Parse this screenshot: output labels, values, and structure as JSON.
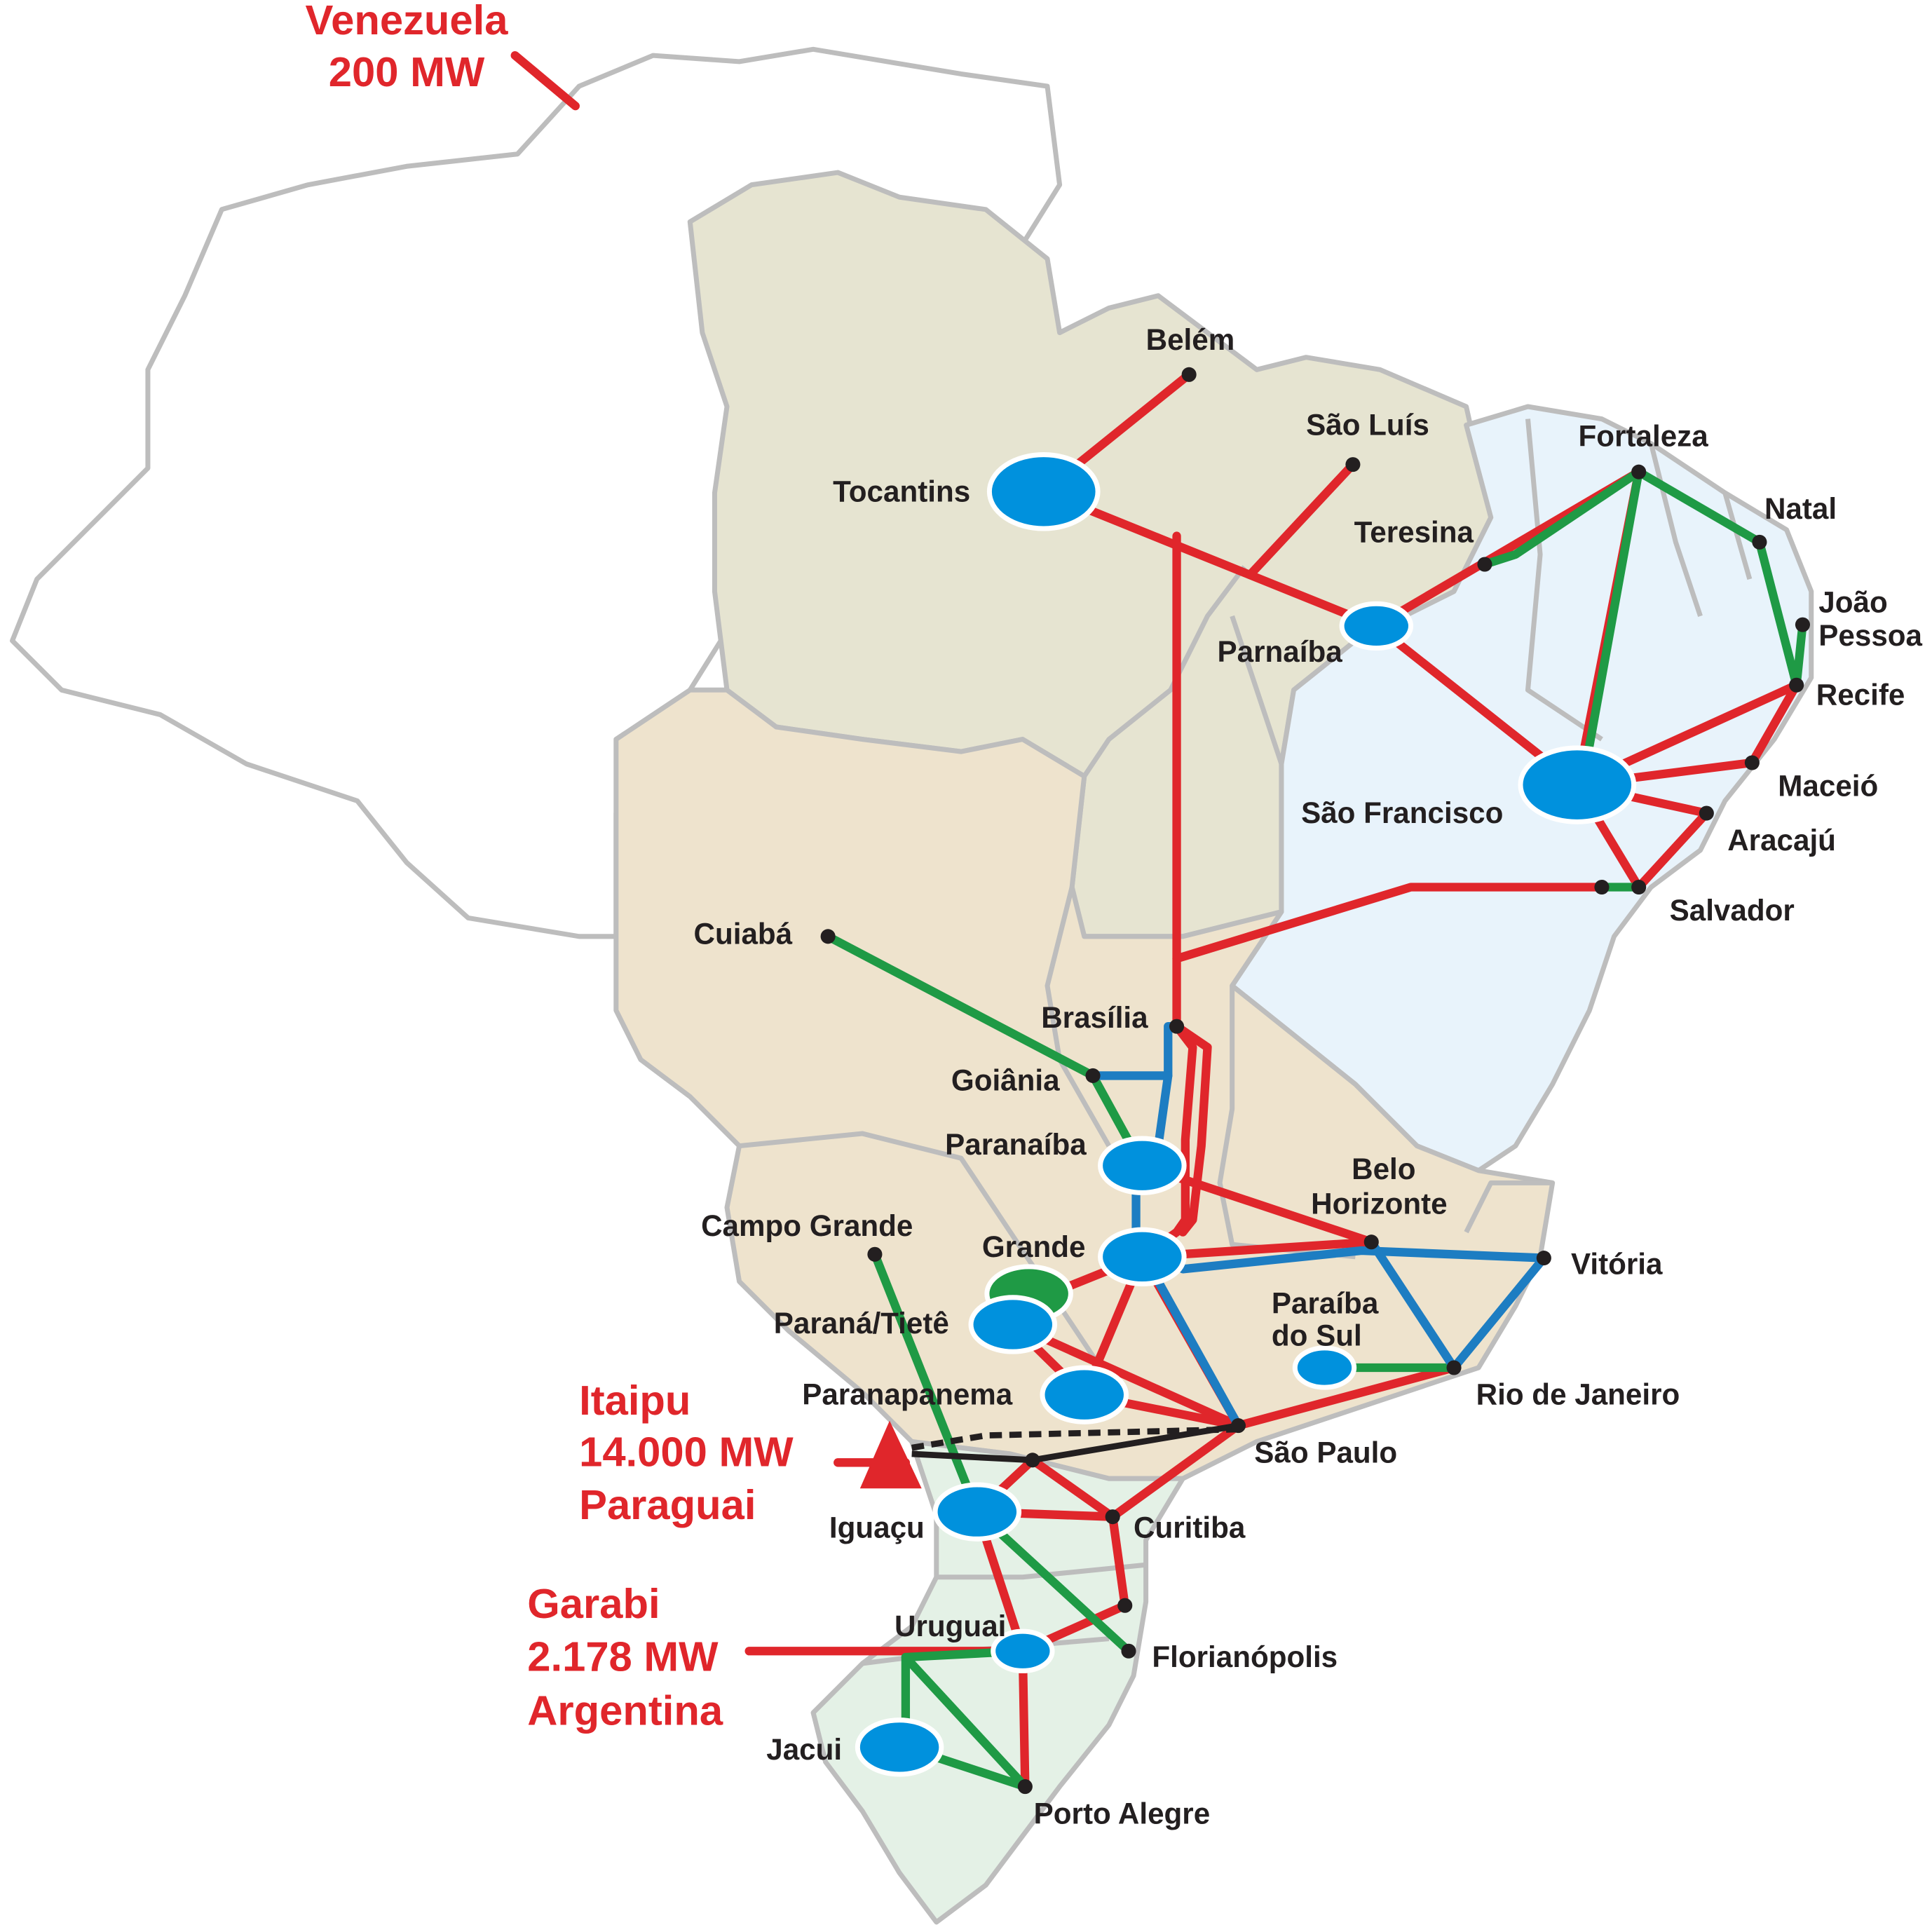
{
  "colors": {
    "line_500kv": "#e0262b",
    "line_345kv": "#1f9a45",
    "line_440kv": "#1d7dc2",
    "hub": "#0091dd",
    "city": "#231f20",
    "north": "#e6e4d1",
    "northeast": "#e8f3fb",
    "centerwest": "#eee3cd",
    "south": "#e4f1e6",
    "outside": "#ffffff"
  },
  "labels": {
    "venezuela": "Venezuela",
    "venezuela_mw": "200 MW",
    "itaipu": "Itaipu",
    "itaipu_mw": "14.000 MW",
    "itaipu_country": "Paraguai",
    "garabi": "Garabi",
    "garabi_mw": "2.178 MW",
    "garabi_country": "Argentina"
  },
  "hubs": {
    "tocantins": "Tocantins",
    "parnaiba": "Parnaíba",
    "sao_francisco": "São Francisco",
    "paranaiba": "Paranaíba",
    "grande": "Grande",
    "parana_tiete": "Paraná/Tietê",
    "paranapanema": "Paranapanema",
    "iguacu": "Iguaçu",
    "uruguai": "Uruguai",
    "jacui": "Jacui",
    "paraiba_do_sul_1": "Paraíba",
    "paraiba_do_sul_2": "do Sul"
  },
  "cities": {
    "belem": "Belém",
    "sao_luis": "São Luís",
    "fortaleza": "Fortaleza",
    "teresina": "Teresina",
    "natal": "Natal",
    "joao_pessoa_1": "João",
    "joao_pessoa_2": "Pessoa",
    "recife": "Recife",
    "maceio": "Maceió",
    "aracaju": "Aracajú",
    "salvador": "Salvador",
    "cuiaba": "Cuiabá",
    "brasilia": "Brasília",
    "goiania": "Goiânia",
    "belo_horizonte_1": "Belo",
    "belo_horizonte_2": "Horizonte",
    "vitoria": "Vitória",
    "campo_grande": "Campo Grande",
    "rio_de_janeiro": "Rio de Janeiro",
    "sao_paulo": "São Paulo",
    "curitiba": "Curitiba",
    "florianopolis": "Florianópolis",
    "porto_alegre": "Porto Alegre"
  }
}
